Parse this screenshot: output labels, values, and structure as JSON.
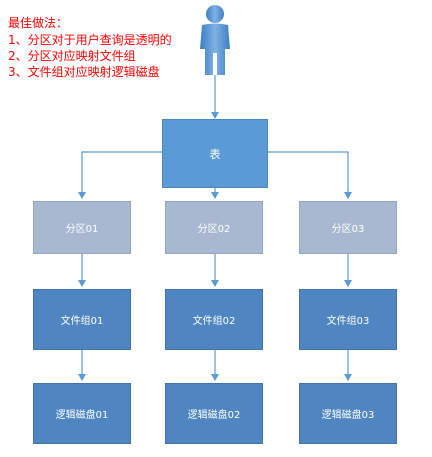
{
  "notes": {
    "title": "最佳做法：",
    "item1": "1、分区对于用户查询是透明的",
    "item2": "2、分区对应映射文件组",
    "item3": "3、文件组对应映射逻辑磁盘"
  },
  "user_icon": "user-person-icon",
  "table": {
    "label": "表"
  },
  "partitions": [
    {
      "label": "分区01"
    },
    {
      "label": "分区02"
    },
    {
      "label": "分区03"
    }
  ],
  "filegroups": [
    {
      "label": "文件组01"
    },
    {
      "label": "文件组02"
    },
    {
      "label": "文件组03"
    }
  ],
  "disks": [
    {
      "label": "逻辑磁盘01"
    },
    {
      "label": "逻辑磁盘02"
    },
    {
      "label": "逻辑磁盘03"
    }
  ],
  "colors": {
    "note_text": "#ff0000",
    "table_fill": "#5b9bd5",
    "partition_fill": "#a7b8d0",
    "filegroup_fill": "#4f86c1",
    "connector": "#5b9bd5"
  }
}
